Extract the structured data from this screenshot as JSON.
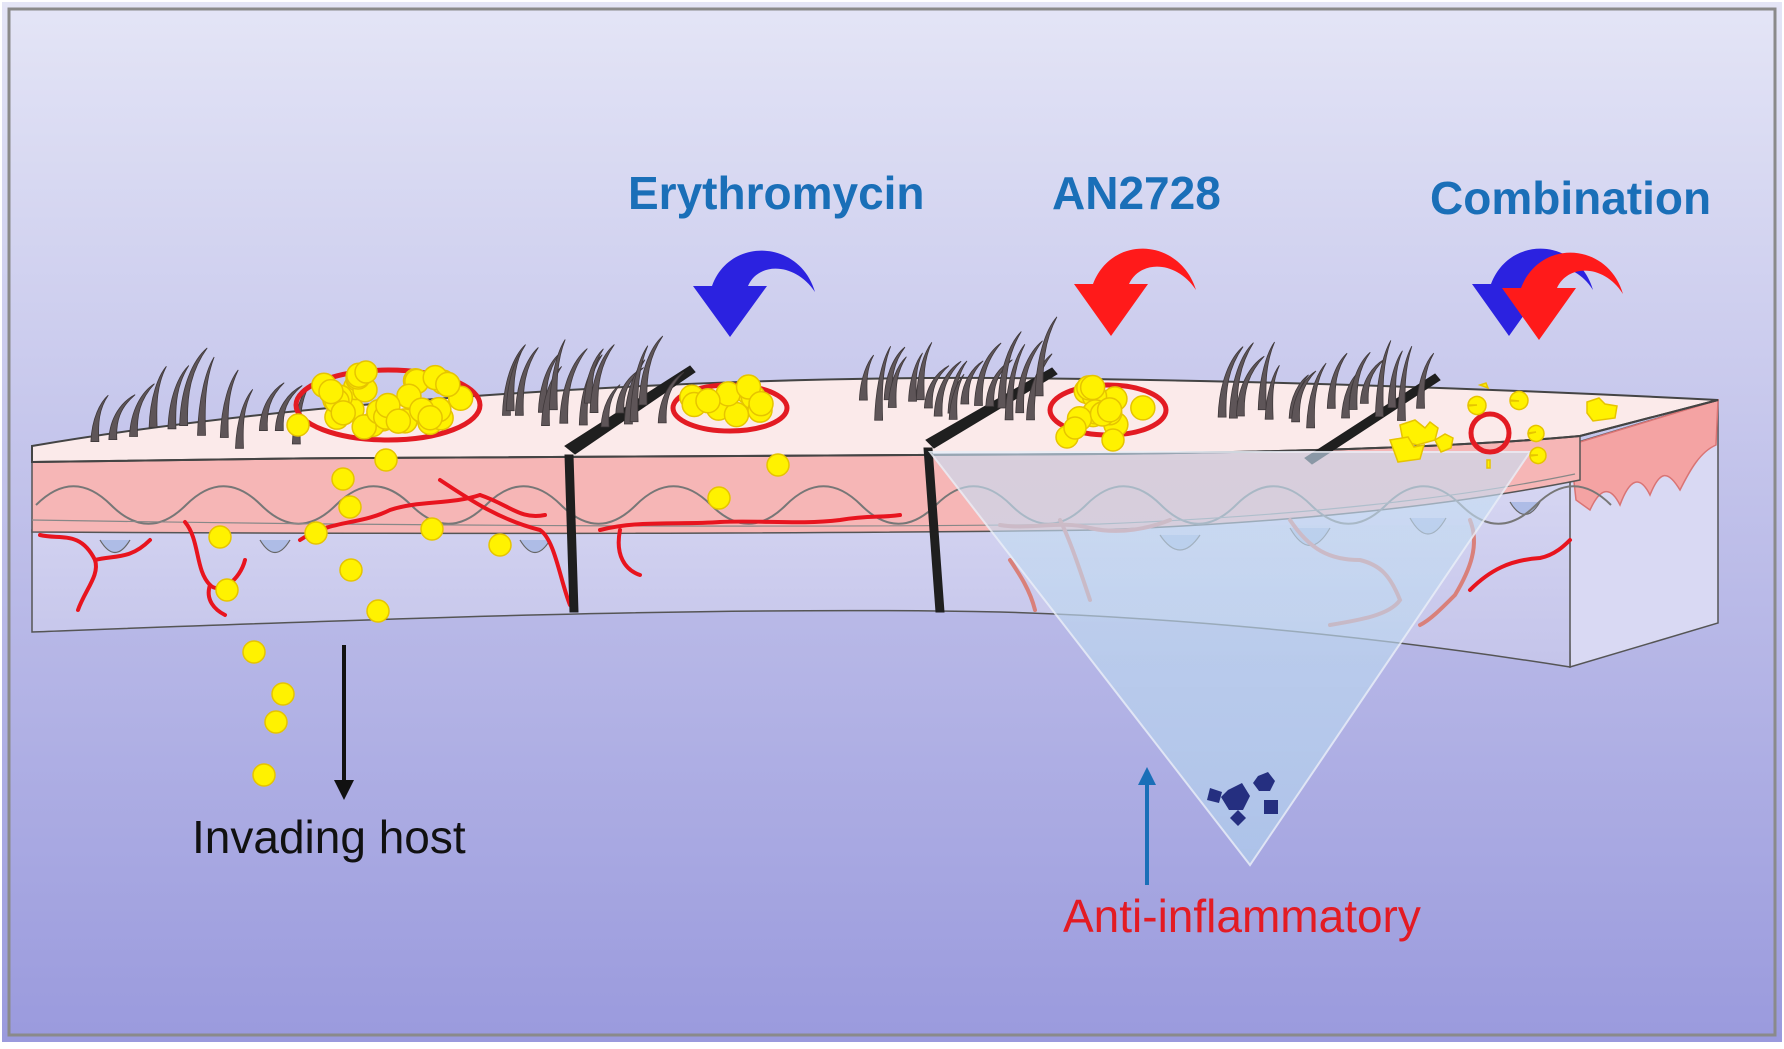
{
  "labels": {
    "erythromycin": "Erythromycin",
    "an2728": "AN2728",
    "combination": "Combination",
    "invading_host": "Invading host",
    "anti_inflammatory": "Anti-inflammatory"
  },
  "colors": {
    "bg_top": "#e4e5f6",
    "bg_bottom": "#9a9add",
    "label_blue": "#1a6fb8",
    "label_red": "#e31b23",
    "arrow_blue": "#2b22e0",
    "arrow_red": "#ff1a1a",
    "bacteria_yellow": "#fff200",
    "vessel_red": "#e8141e",
    "epidermis_pink": "#f6b6b6",
    "skin_surface": "#fbeaea",
    "dermis": "#cbcbed",
    "hair": "#5e5558",
    "triangle": "#bad6ee",
    "drug_navy": "#252f80"
  },
  "icons": [
    "curved-arrow-icon",
    "down-arrow-icon",
    "up-arrow-icon",
    "bacteria-icon",
    "hair-follicle-icon",
    "blood-vessel-icon",
    "molecule-icon"
  ]
}
